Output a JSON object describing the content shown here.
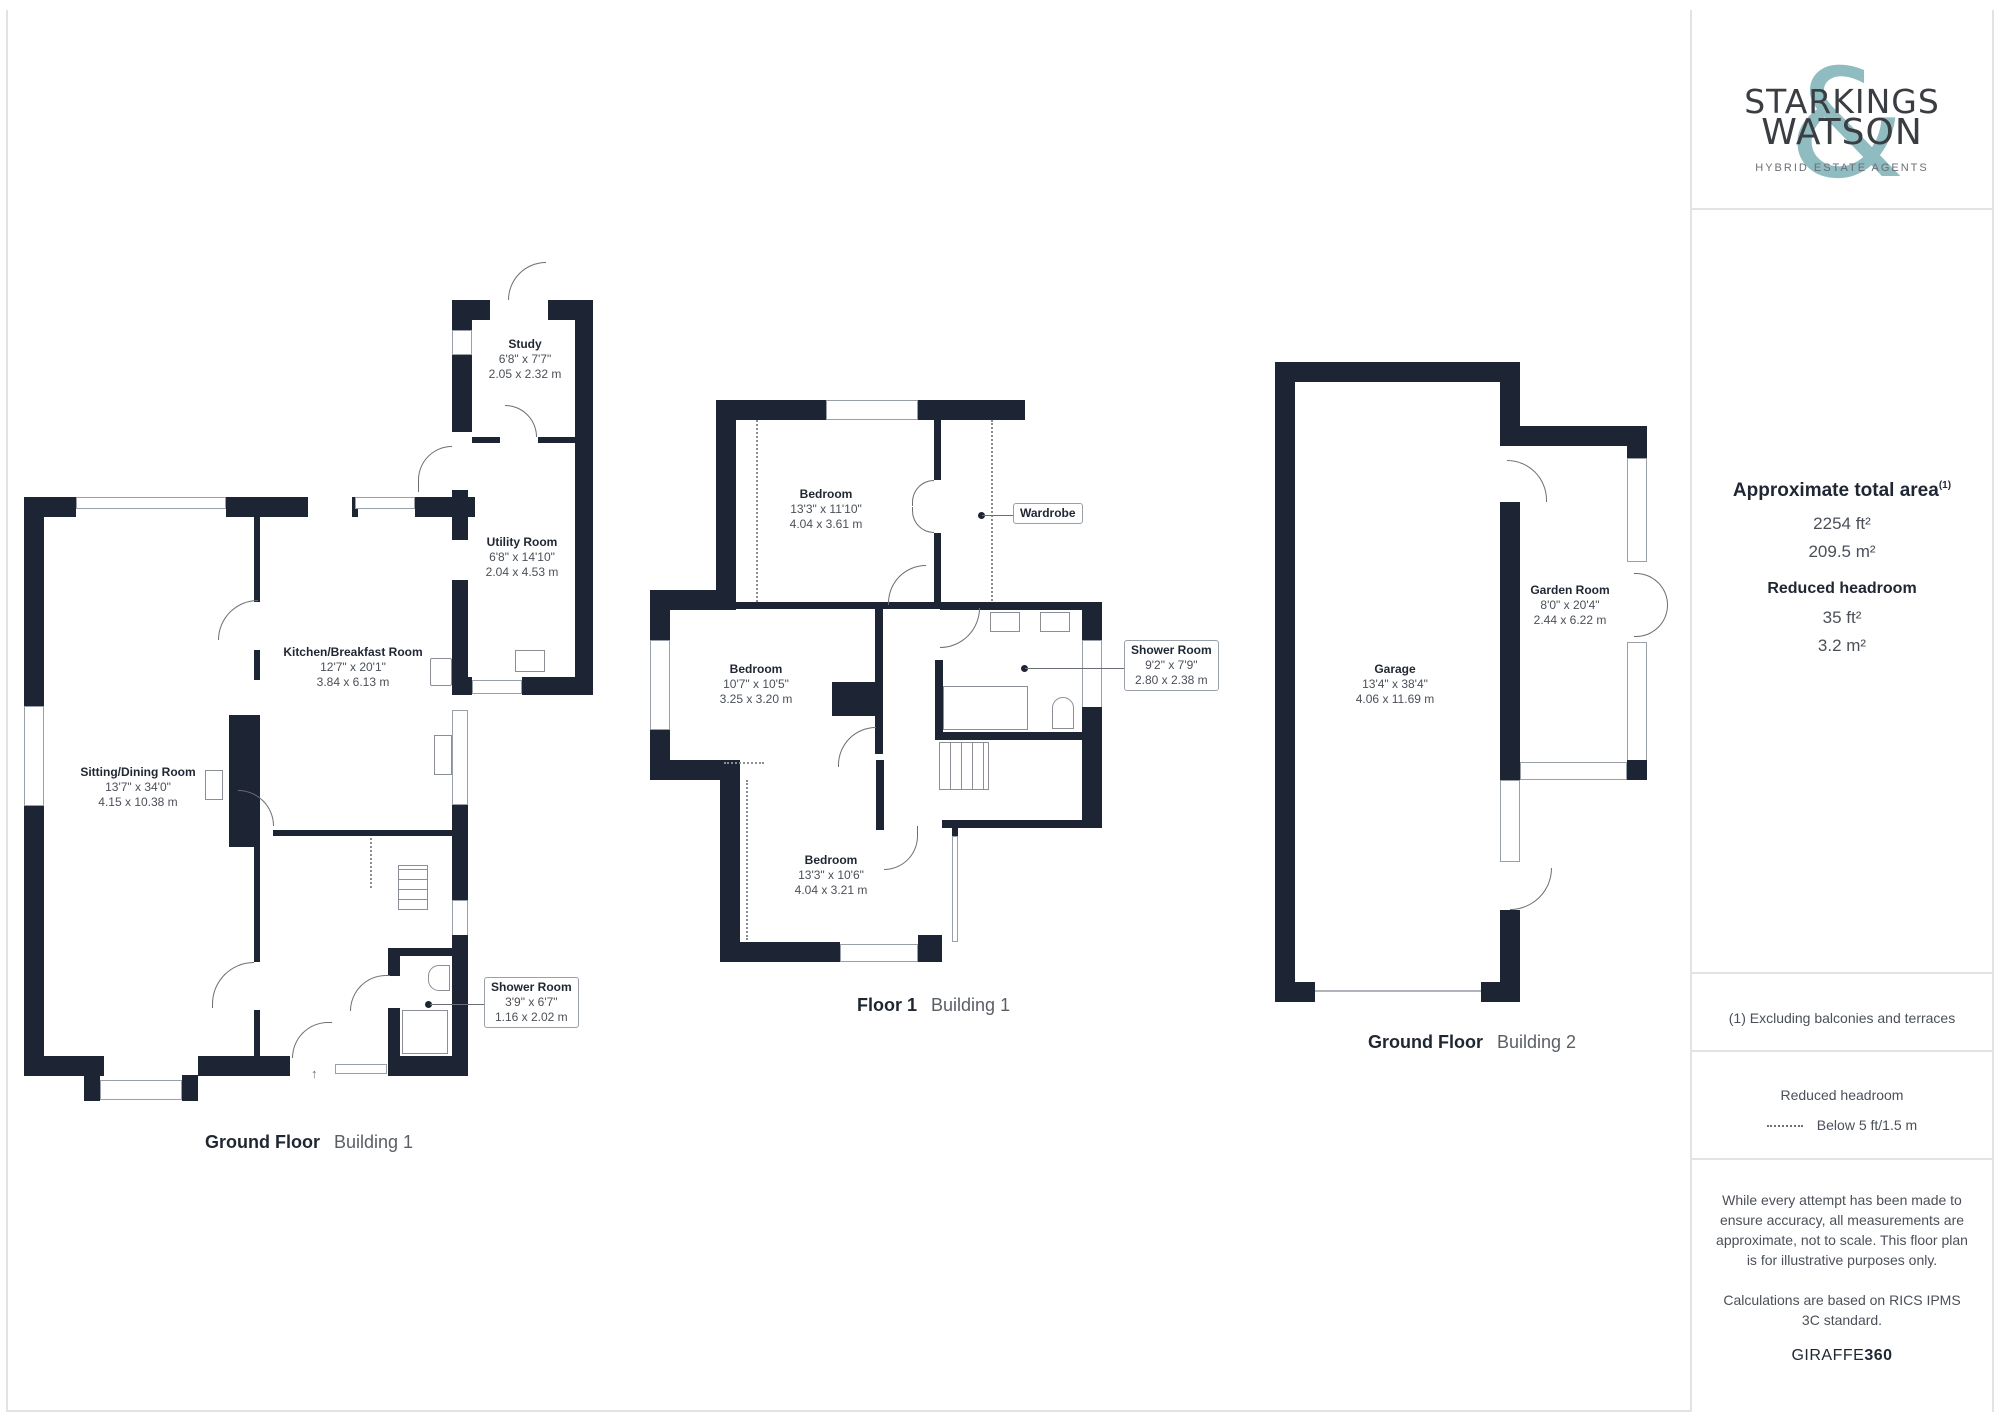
{
  "brand": {
    "name_line1": "STARKINGS",
    "name_line2": "WATSON",
    "ampersand": "&",
    "tagline": "HYBRID ESTATE AGENTS",
    "accent_color": "#8fbcc0"
  },
  "summary": {
    "total_title": "Approximate total area",
    "total_footnote_mark": "(1)",
    "total_ft": "2254 ft²",
    "total_m": "209.5 m²",
    "reduced_title": "Reduced headroom",
    "reduced_ft": "35 ft²",
    "reduced_m": "3.2 m²"
  },
  "footnote": "(1) Excluding balconies and terraces",
  "legend": {
    "title": "Reduced headroom",
    "item": "Below 5 ft/1.5 m"
  },
  "disclaimer": {
    "p1": "While every attempt has been made to ensure accuracy, all measurements are approximate, not to scale. This floor plan is for illustrative purposes only.",
    "p2": "Calculations are based on RICS IPMS 3C standard."
  },
  "credit": {
    "prefix": "GIRAFFE",
    "suffix": "360"
  },
  "floors": [
    {
      "caption_bold": "Ground Floor",
      "caption_light": "Building 1",
      "rooms": [
        {
          "name": "Study",
          "imperial": "6'8\" x 7'7\"",
          "metric": "2.05 x 2.32 m"
        },
        {
          "name": "Utility Room",
          "imperial": "6'8\" x 14'10\"",
          "metric": "2.04 x 4.53 m"
        },
        {
          "name": "Kitchen/Breakfast Room",
          "imperial": "12'7\" x 20'1\"",
          "metric": "3.84 x 6.13 m"
        },
        {
          "name": "Sitting/Dining Room",
          "imperial": "13'7\" x 34'0\"",
          "metric": "4.15 x 10.38 m"
        },
        {
          "name": "Shower Room",
          "imperial": "3'9\" x 6'7\"",
          "metric": "1.16 x 2.02 m"
        }
      ]
    },
    {
      "caption_bold": "Floor 1",
      "caption_light": "Building 1",
      "rooms": [
        {
          "name": "Bedroom",
          "imperial": "13'3\" x 11'10\"",
          "metric": "4.04 x 3.61 m"
        },
        {
          "name": "Wardrobe"
        },
        {
          "name": "Bedroom",
          "imperial": "10'7\" x 10'5\"",
          "metric": "3.25 x 3.20 m"
        },
        {
          "name": "Shower Room",
          "imperial": "9'2\" x 7'9\"",
          "metric": "2.80 x 2.38 m"
        },
        {
          "name": "Bedroom",
          "imperial": "13'3\" x 10'6\"",
          "metric": "4.04 x 3.21 m"
        }
      ]
    },
    {
      "caption_bold": "Ground Floor",
      "caption_light": "Building 2",
      "rooms": [
        {
          "name": "Garage",
          "imperial": "13'4\" x 38'4\"",
          "metric": "4.06 x 11.69 m"
        },
        {
          "name": "Garden Room",
          "imperial": "8'0\" x 20'4\"",
          "metric": "2.44 x 6.22 m"
        }
      ]
    }
  ],
  "colors": {
    "wall": "#1d2433",
    "text": "#1f2733",
    "muted": "#4b5058",
    "divider": "#e1e3e6"
  }
}
